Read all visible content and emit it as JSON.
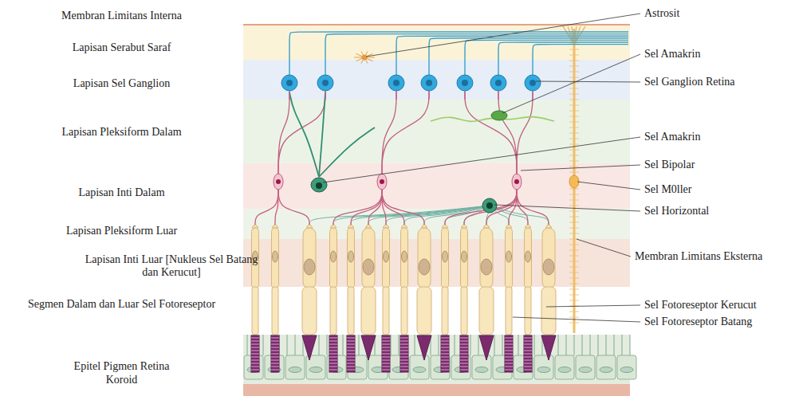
{
  "diagram": {
    "labels": [
      "Membran Limitans Interna",
      "Lapisan Serabut Saraf",
      "Lapisan Sel Ganglion",
      "Lapisan Pleksiform Dalam",
      "Lapisan Inti Dalam",
      "Lapisan Pleksiform Luar",
      "Lapisan Inti Luar [Nukleus Sel Batang dan Kerucut]",
      "Segmen Dalam dan Luar Sel Fotoreseptor",
      "Epitel Pigmen Retina",
      "Koroid",
      "Astrosit",
      "Sel Amakrin",
      "Sel Ganglion Retina",
      "Sel Amakrin",
      "Sel Bipolar",
      "Sel M0ller",
      "Sel Horizontal",
      "Membran Limitans Eksterna",
      "Sel Fotoreseptor Kerucut",
      "Sel Fotoreseptor Batang"
    ]
  }
}
